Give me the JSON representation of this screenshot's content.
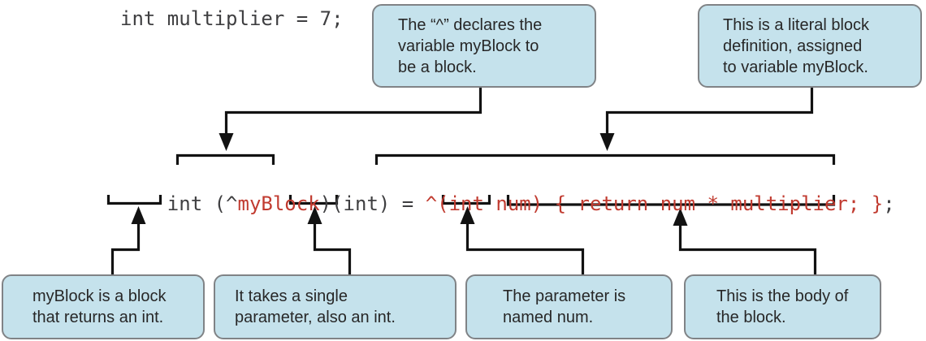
{
  "colors": {
    "box_fill": "#c5e2ec",
    "box_border": "#808386",
    "code_dark": "#3f3f41",
    "code_red": "#c13b30",
    "text_dark": "#272727",
    "line_color": "#121212"
  },
  "top_code": "int multiplier = 7;",
  "code_segments": {
    "lead": "int (^",
    "myblock": "myBlock",
    "middle": ")(int) = ",
    "literal": "^(int num) { return num * multiplier; }",
    "tail": ";"
  },
  "callouts": {
    "declares": "The “^” declares the\nvariable myBlock to\nbe a block.",
    "literal": "This is a literal block\ndefinition, assigned\nto variable myBlock.",
    "returns": "myBlock is a block\nthat returns an int.",
    "parameter": "It takes a single\nparameter, also an int.",
    "named": "The parameter is\nnamed num.",
    "body": "This is the body of\nthe block."
  }
}
